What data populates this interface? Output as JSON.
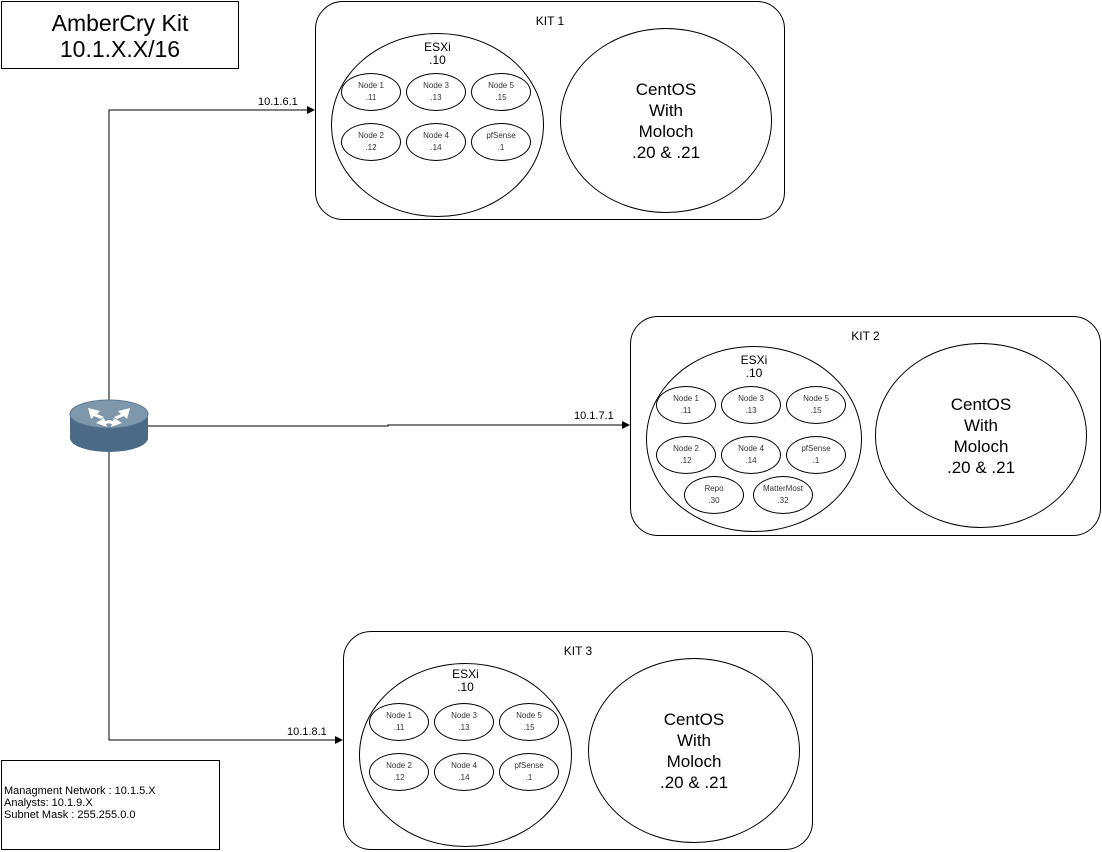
{
  "title": {
    "line1": "AmberCry Kit",
    "line2": "10.1.X.X/16"
  },
  "info": {
    "management": "Managment Network : 10.1.5.X",
    "analysts": "Analysts: 10.1.9.X",
    "subnet": "Subnet Mask : 255.255.0.0"
  },
  "router": {
    "icon": "router-icon"
  },
  "links": [
    {
      "label": "10.1.6.1"
    },
    {
      "label": "10.1.7.1"
    },
    {
      "label": "10.1.8.1"
    }
  ],
  "kits": [
    {
      "title": "KIT 1",
      "esxi": {
        "name": "ESXi",
        "ip": ".10"
      },
      "nodes": [
        {
          "name": "Node 1",
          "ip": ".11"
        },
        {
          "name": "Node 3",
          "ip": ".13"
        },
        {
          "name": "Node 5",
          "ip": ".15"
        },
        {
          "name": "Node 2",
          "ip": ".12"
        },
        {
          "name": "Node 4",
          "ip": ".14"
        },
        {
          "name": "pfSense",
          "ip": ".1"
        }
      ],
      "centos": {
        "line1": "CentOS",
        "line2": "With",
        "line3": "Moloch",
        "line4": ".20 & .21"
      }
    },
    {
      "title": "KIT 2",
      "esxi": {
        "name": "ESXi",
        "ip": ".10"
      },
      "nodes": [
        {
          "name": "Node 1",
          "ip": ".11"
        },
        {
          "name": "Node 3",
          "ip": ".13"
        },
        {
          "name": "Node 5",
          "ip": ".15"
        },
        {
          "name": "Node 2",
          "ip": ".12"
        },
        {
          "name": "Node 4",
          "ip": ".14"
        },
        {
          "name": "pfSense",
          "ip": ".1"
        },
        {
          "name": "Repo",
          "ip": ".30"
        },
        {
          "name": "MatterMost",
          "ip": ".32"
        }
      ],
      "centos": {
        "line1": "CentOS",
        "line2": "With",
        "line3": "Moloch",
        "line4": ".20 & .21"
      }
    },
    {
      "title": "KIT 3",
      "esxi": {
        "name": "ESXi",
        "ip": ".10"
      },
      "nodes": [
        {
          "name": "Node 1",
          "ip": ".11"
        },
        {
          "name": "Node 3",
          "ip": ".13"
        },
        {
          "name": "Node 5",
          "ip": ".15"
        },
        {
          "name": "Node 2",
          "ip": ".12"
        },
        {
          "name": "Node 4",
          "ip": ".14"
        },
        {
          "name": "pfSense",
          "ip": ".1"
        }
      ],
      "centos": {
        "line1": "CentOS",
        "line2": "With",
        "line3": "Moloch",
        "line4": ".20 & .21"
      }
    }
  ],
  "colors": {
    "router_top": "#7e97aa",
    "router_side": "#4a6a85",
    "line": "#000000"
  }
}
